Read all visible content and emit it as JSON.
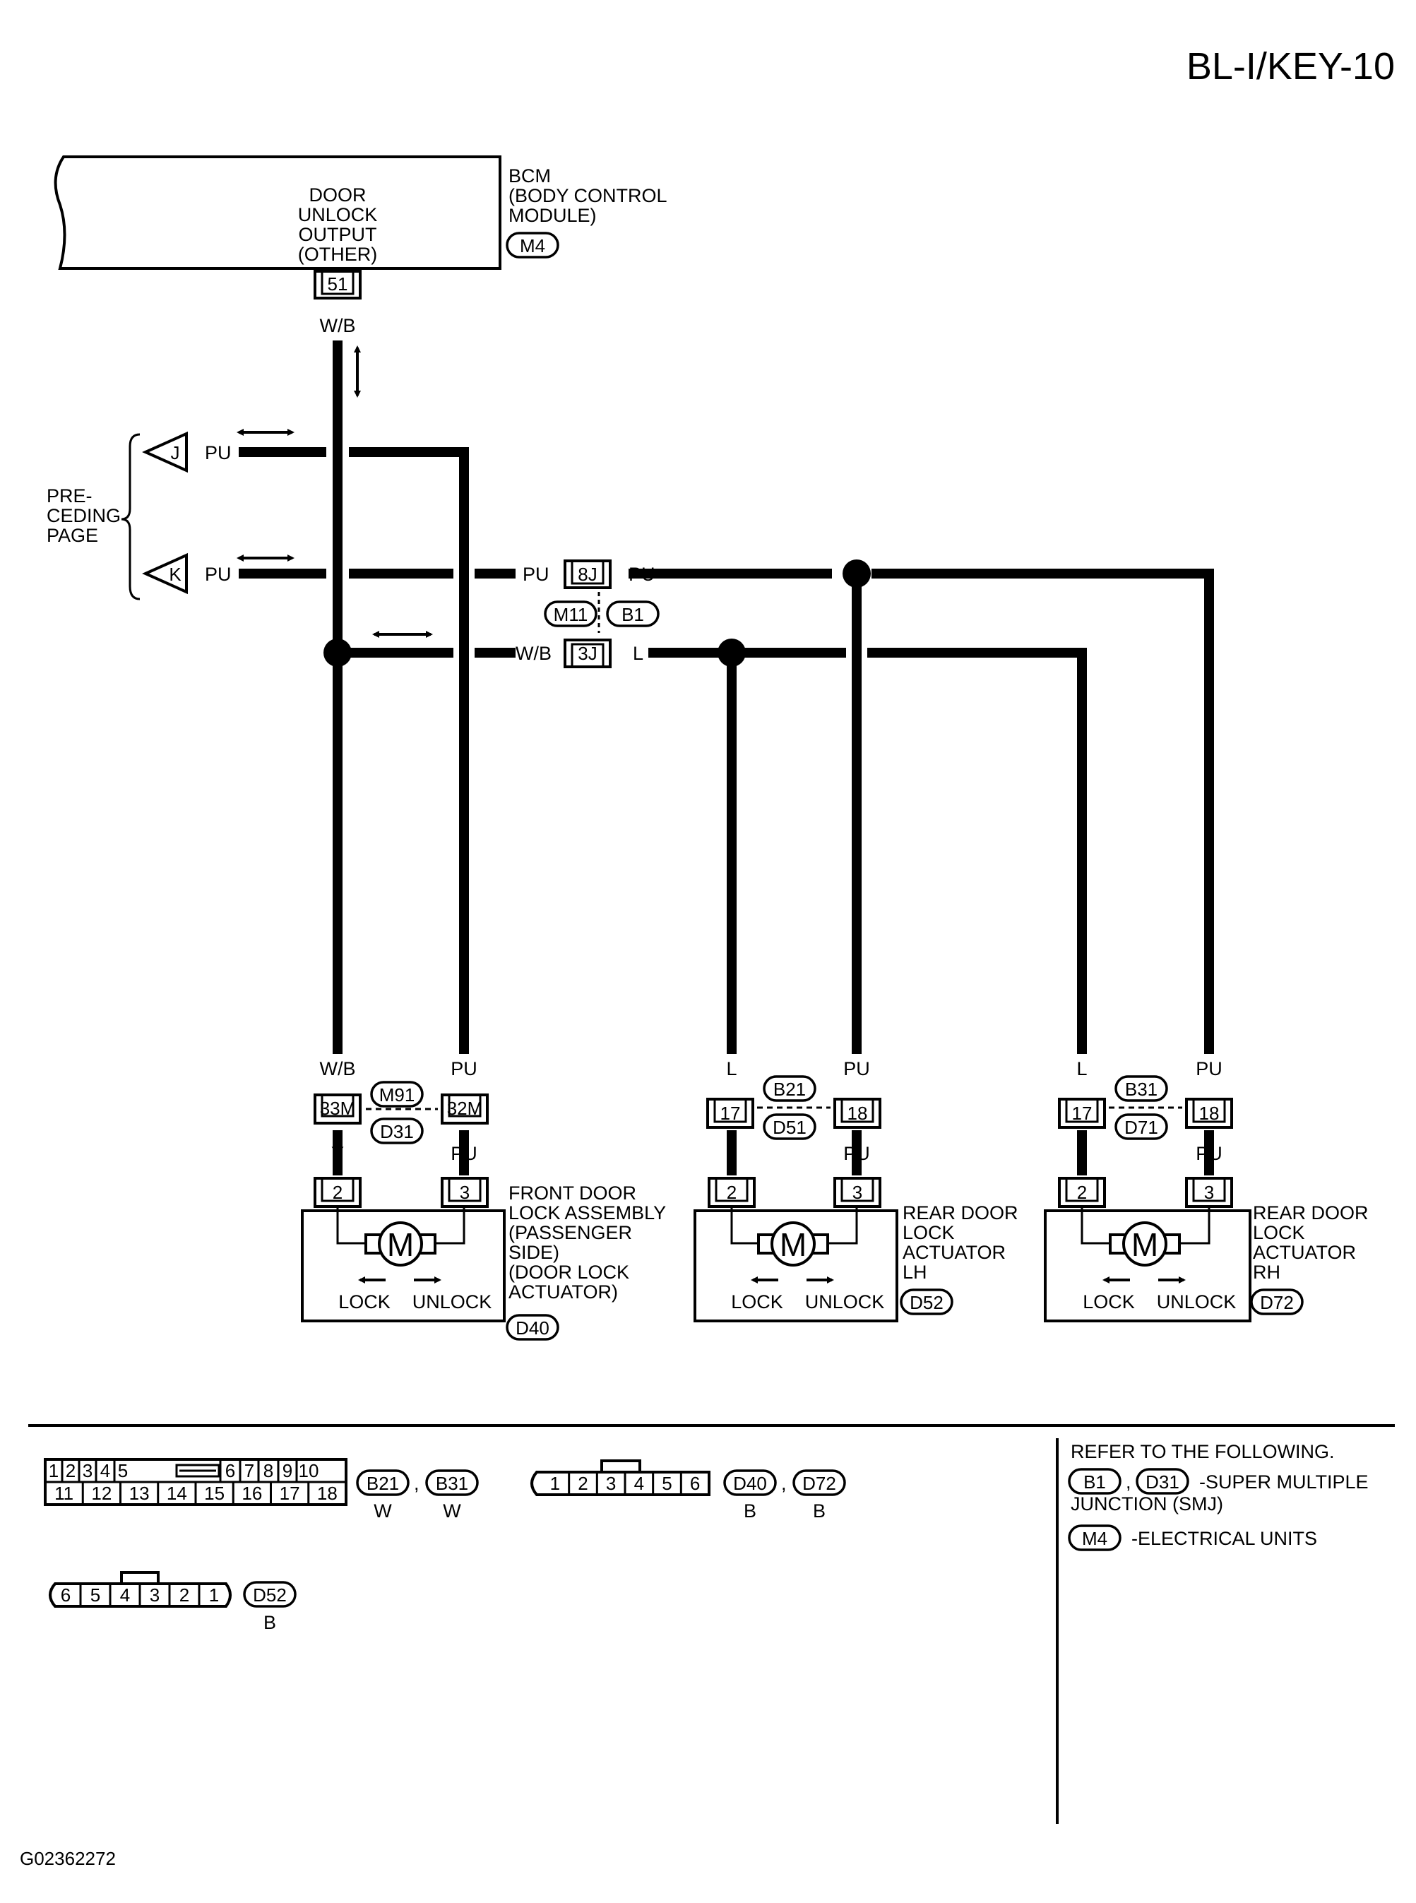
{
  "page": {
    "title": "BL-I/KEY-10",
    "figure_id": "G02362272"
  },
  "bcm": {
    "terminal_label_lines": [
      "DOOR",
      "UNLOCK",
      "OUTPUT",
      "(OTHER)"
    ],
    "name_lines": [
      "BCM",
      "(BODY CONTROL",
      " MODULE)"
    ],
    "connector": "M4",
    "terminal": "51",
    "wire_color": "W/B"
  },
  "preceding_page": {
    "label_lines": [
      "PRE-",
      "CEDING",
      "PAGE"
    ],
    "connectors": [
      {
        "id": "J",
        "wire": "PU"
      },
      {
        "id": "K",
        "wire": "PU"
      }
    ]
  },
  "junction": {
    "terminals": [
      {
        "terminal": "8J",
        "wire_in": "PU",
        "wire_out": "PU"
      },
      {
        "terminal": "3J",
        "wire_in": "W/B",
        "wire_out": "L"
      }
    ],
    "connectors": [
      "M11",
      "B1"
    ]
  },
  "front": {
    "conn_a": "33M",
    "conn_b": "32M",
    "oval_a": "M91",
    "oval_b": "D31",
    "wire_top_a": "W/B",
    "wire_top_b": "PU",
    "wire_bot_a": "Y",
    "wire_bot_b": "PU",
    "pin_a": "2",
    "pin_b": "3",
    "motor": "M",
    "lock": "LOCK",
    "unlock": "UNLOCK",
    "name_lines": [
      "FRONT DOOR",
      "LOCK ASSEMBLY",
      "(PASSENGER",
      " SIDE)",
      "(DOOR LOCK",
      " ACTUATOR)"
    ],
    "connector": "D40"
  },
  "rear_lh": {
    "conn_a": "17",
    "conn_b": "18",
    "oval_a": "B21",
    "oval_b": "D51",
    "wire_top_a": "L",
    "wire_top_b": "PU",
    "wire_bot_a": "L",
    "wire_bot_b": "PU",
    "pin_a": "2",
    "pin_b": "3",
    "motor": "M",
    "lock": "LOCK",
    "unlock": "UNLOCK",
    "name_lines": [
      "REAR DOOR",
      "LOCK",
      "ACTUATOR",
      "LH"
    ],
    "connector": "D52"
  },
  "rear_rh": {
    "conn_a": "17",
    "conn_b": "18",
    "oval_a": "B31",
    "oval_b": "D71",
    "wire_top_a": "L",
    "wire_top_b": "PU",
    "wire_bot_a": "L",
    "wire_bot_b": "PU",
    "pin_a": "2",
    "pin_b": "3",
    "motor": "M",
    "lock": "LOCK",
    "unlock": "UNLOCK",
    "name_lines": [
      "REAR DOOR",
      "LOCK",
      "ACTUATOR",
      "RH"
    ],
    "connector": "D72"
  },
  "legend": {
    "conn18": {
      "row1": [
        "1",
        "2",
        "3",
        "4",
        "5",
        "6",
        "7",
        "8",
        "9",
        "10"
      ],
      "row2": [
        "11",
        "12",
        "13",
        "14",
        "15",
        "16",
        "17",
        "18"
      ],
      "tags": [
        "B21",
        "B31"
      ],
      "colors": [
        "W",
        "W"
      ],
      "separator": ","
    },
    "conn6a": {
      "pins": [
        "1",
        "2",
        "3",
        "4",
        "5",
        "6"
      ],
      "tags": [
        "D40",
        "D72"
      ],
      "colors": [
        "B",
        "B"
      ],
      "separator": ","
    },
    "conn6b": {
      "pins": [
        "6",
        "5",
        "4",
        "3",
        "2",
        "1"
      ],
      "tag": "D52",
      "color": "B"
    },
    "refer": {
      "title": "REFER TO THE FOLLOWING.",
      "items": [
        {
          "tags": [
            "B1",
            "D31"
          ],
          "separator": ",",
          "lines": [
            "-SUPER MULTIPLE",
            "JUNCTION (SMJ)"
          ]
        },
        {
          "tags": [
            "M4"
          ],
          "lines": [
            "-ELECTRICAL UNITS"
          ]
        }
      ]
    }
  }
}
